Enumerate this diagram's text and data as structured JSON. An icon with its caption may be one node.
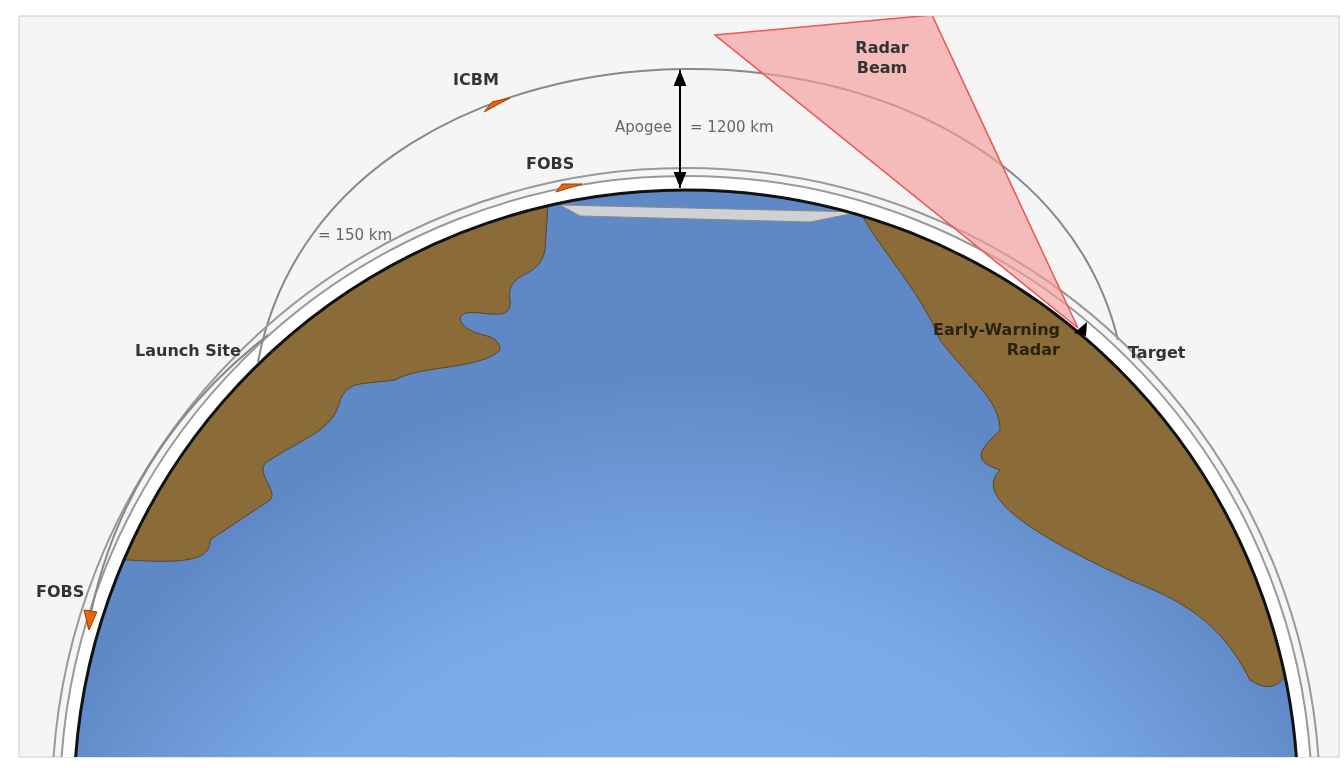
{
  "diagram": {
    "labels": [
      "Radar Beam",
      "ICBM",
      "Apogee",
      "= 1200 km",
      "FOBS",
      "= 150 km",
      "Launch Site",
      "Early-Warning Radar",
      "Target",
      "FOBS"
    ]
  }
}
